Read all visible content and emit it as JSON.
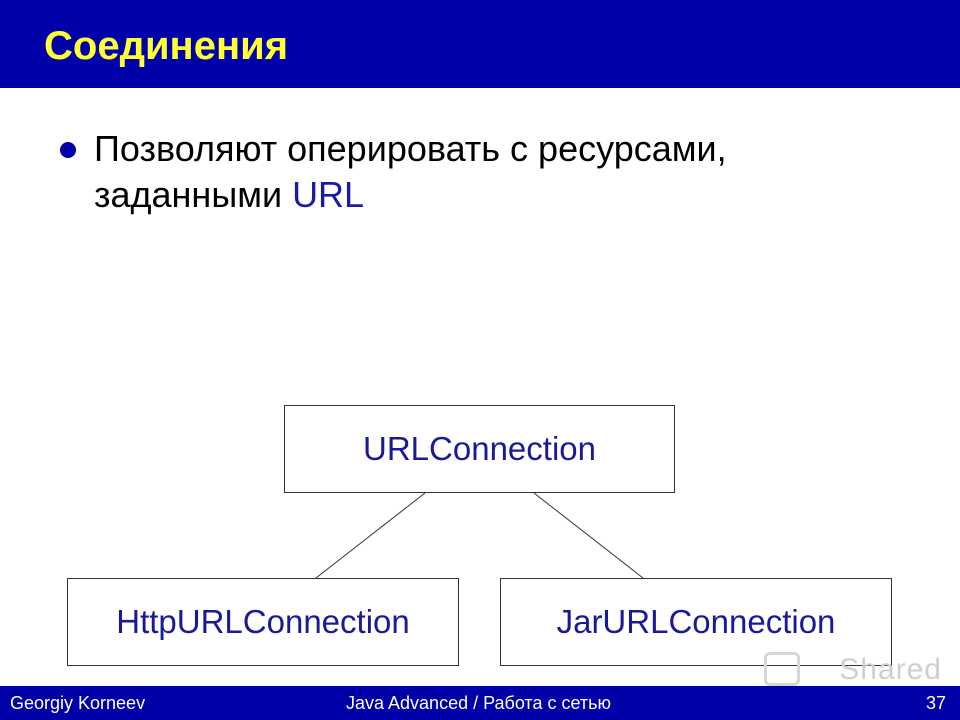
{
  "slide": {
    "title": "Соединения",
    "bullet": {
      "line1": "Позволяют оперировать с ресурсами,",
      "line2_prefix": "заданными ",
      "line2_keyword": "URL"
    }
  },
  "diagram": {
    "root": "URLConnection",
    "children": [
      "HttpURLConnection",
      "JarURLConnection"
    ]
  },
  "watermark": "Shared",
  "footer": {
    "author": "Georgiy Korneev",
    "course": "Java Advanced / Работа с сетью",
    "page_number": "37"
  }
}
